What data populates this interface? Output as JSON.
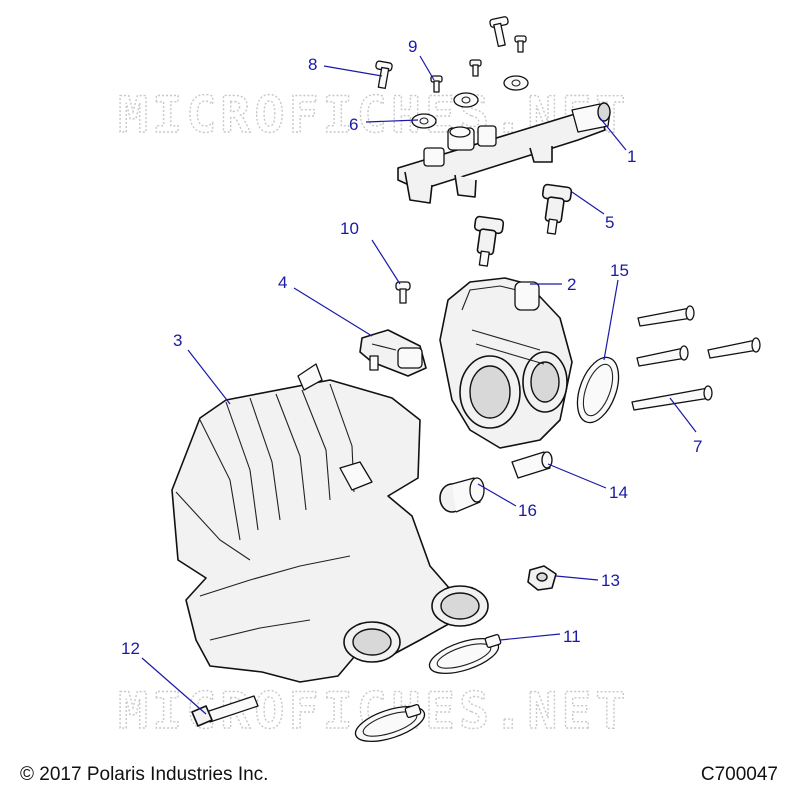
{
  "watermark": {
    "top": "MICROFICHES.NET",
    "bottom": "MICROFICHES.NET"
  },
  "callouts": {
    "c1": "1",
    "c2": "2",
    "c3": "3",
    "c4": "4",
    "c5": "5",
    "c6": "6",
    "c7": "7",
    "c8": "8",
    "c9": "9",
    "c10": "10",
    "c11": "11",
    "c12": "12",
    "c13": "13",
    "c14": "14",
    "c15": "15",
    "c16": "16"
  },
  "footer": {
    "copyright": "© 2017 Polaris Industries Inc.",
    "drawing_code": "C700047"
  },
  "colors": {
    "callout": "#1a1aa6",
    "line_art": "#111111",
    "watermark": "#c8c8c8"
  }
}
